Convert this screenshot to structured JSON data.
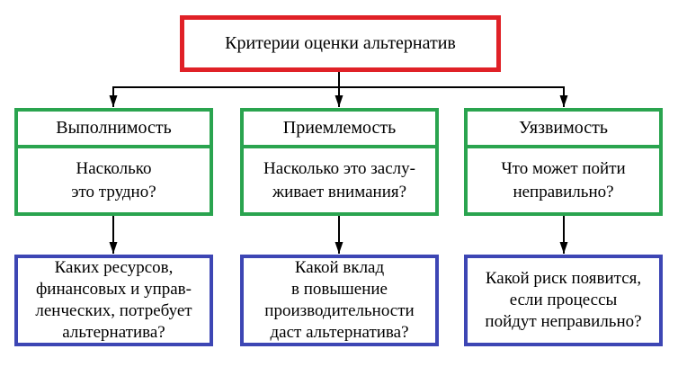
{
  "diagram": {
    "title": "Критерии оценки альтернатив",
    "columns": [
      {
        "criterion": "Выполнимость",
        "question": "Насколько\nэто трудно?",
        "detail": "Каких ресурсов,\nфинансовых и управ-\nленческих, потребует\nальтернатива?"
      },
      {
        "criterion": "Приемлемость",
        "question": "Насколько это заслу-\nживает внимания?",
        "detail": "Какой вклад\nв повышение\nпроизводительности\nдаст альтернатива?"
      },
      {
        "criterion": "Уязвимость",
        "question": "Что может пойти\nнеправильно?",
        "detail": "Какой риск появится,\nесли процессы\nпойдут неправильно?"
      }
    ],
    "colors": {
      "title_border": "#e02127",
      "criterion_border": "#2aa44f",
      "detail_border": "#3d46b4",
      "connector": "#000000"
    }
  }
}
